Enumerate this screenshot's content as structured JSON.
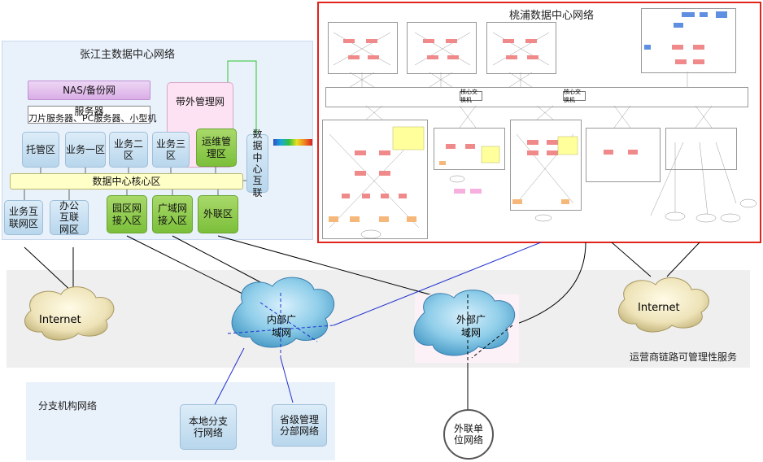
{
  "zhangjiang": {
    "title": "张江主数据中心网络",
    "nas": "NAS/备份网",
    "server_a": "服务器",
    "server_b": "刀片服务器、PC服务器、小型机",
    "oob": "带外管理网",
    "ops": "运维管理区",
    "dci": "数据中心互联",
    "zones": [
      "托管区",
      "业务一区",
      "业务二区",
      "业务三区"
    ],
    "core": "数据中心核心区",
    "bottom": [
      "业务互联网区",
      "办公互联网区",
      "园区网接入区",
      "广域网接入区",
      "外联区"
    ]
  },
  "taopu": {
    "title": "桃浦数据中心网络",
    "core_left": "核心交换机",
    "core_right": "核心交换机"
  },
  "wan": {
    "internet_left": "Internet",
    "internet_right": "Internet",
    "internal_wan": "内部广域网",
    "external_wan": "外部广域网",
    "carrier_service": "运营商链路可管理性服务"
  },
  "branch": {
    "title": "分支机构网络",
    "local_branch": "本地分支行网络",
    "provincial": "省级管理分部网络",
    "external_unit": "外联单位网络"
  },
  "colors": {
    "frame_red": "#e2231a",
    "link_blue": "#2030d0",
    "link_green": "#2ec82e",
    "link_black": "#000000"
  }
}
